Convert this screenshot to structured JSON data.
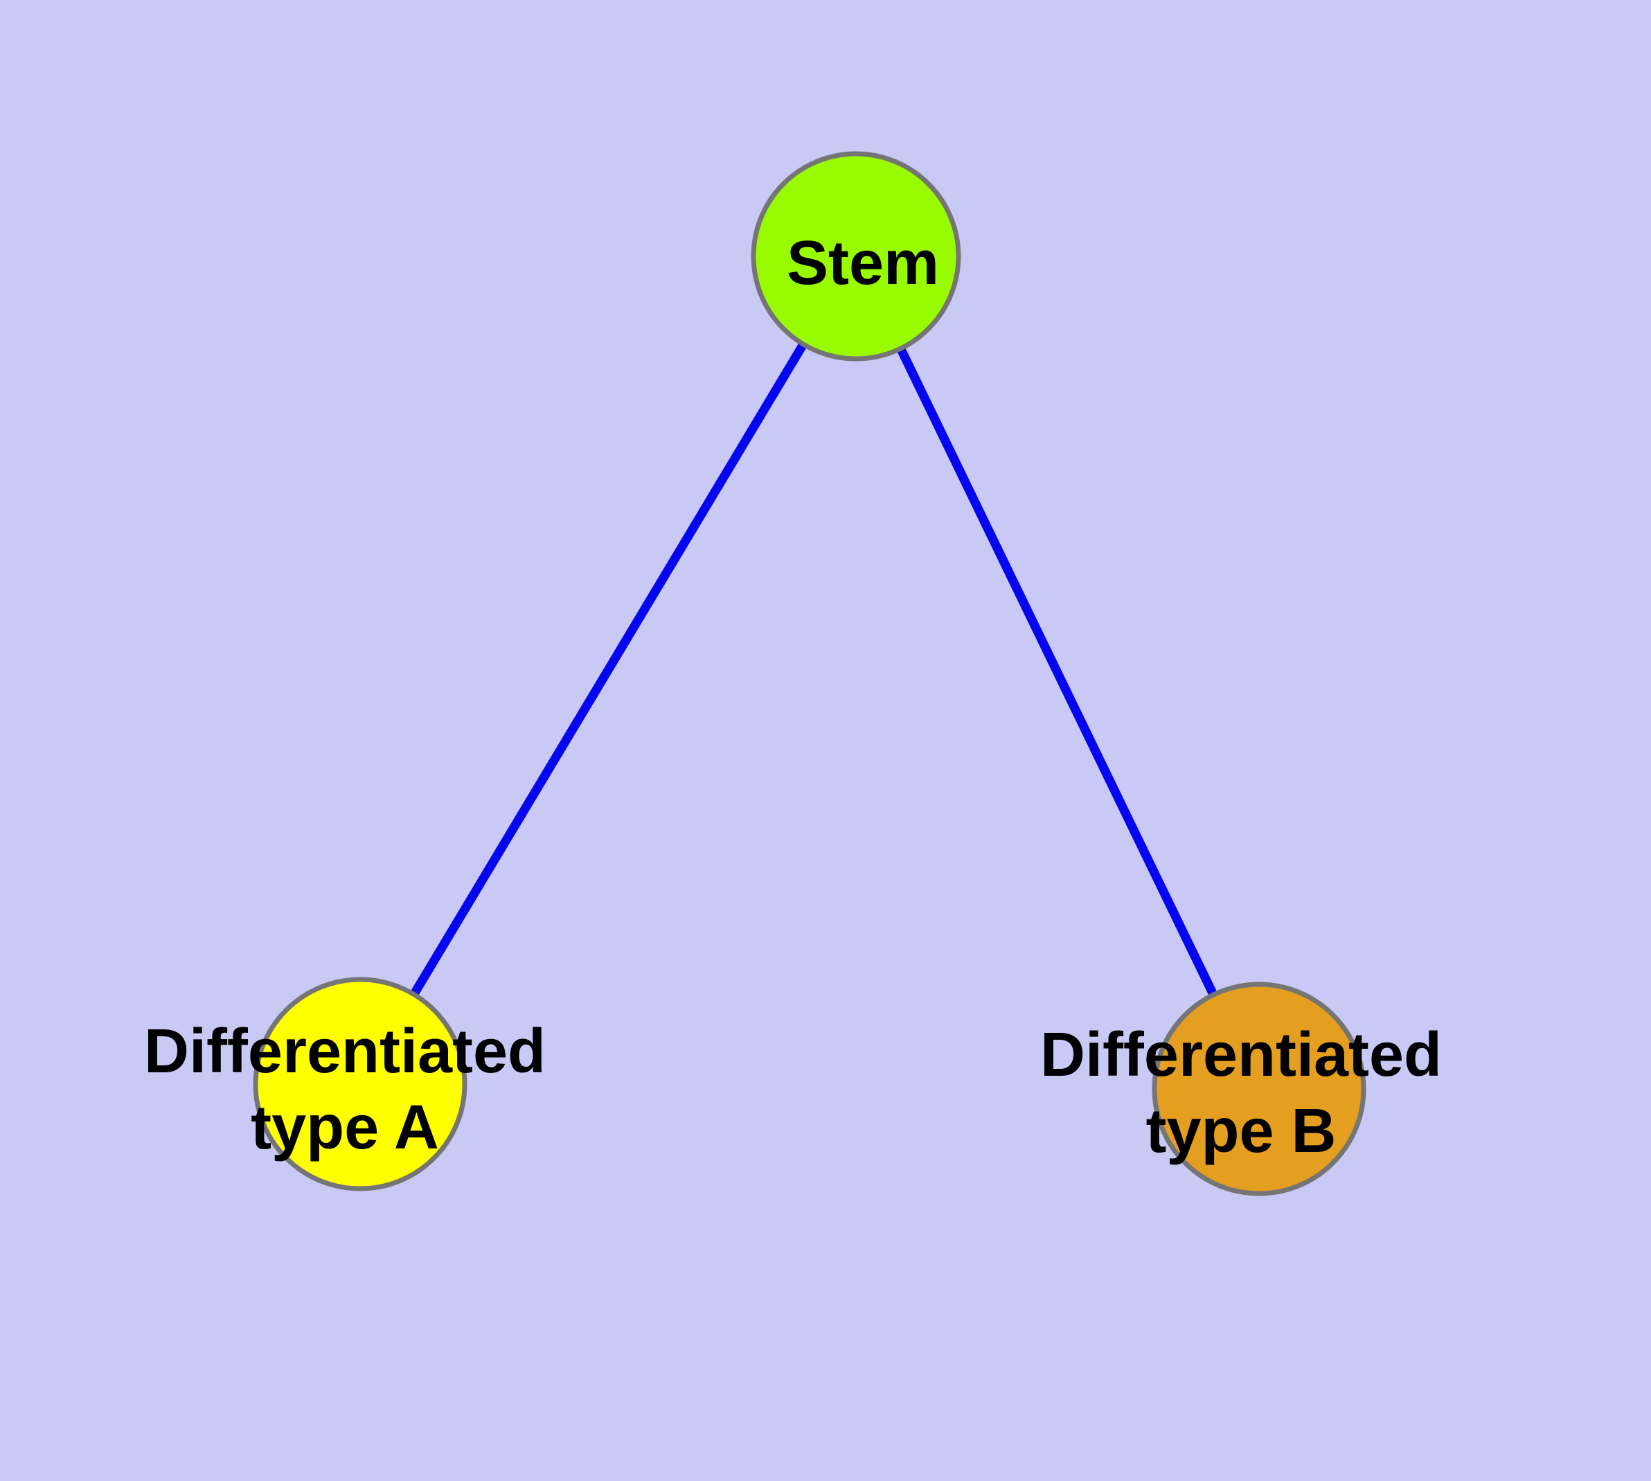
{
  "colors": {
    "background": "#C9C9F6",
    "edge": "#0505F0",
    "node_border": "#757575",
    "label_text": "#000000"
  },
  "nodes": {
    "stem": {
      "label": "Stem",
      "fill": "#98FB00"
    },
    "type_a": {
      "label_line1": "Differentiated",
      "label_line2": "type A",
      "fill": "#FFFF00"
    },
    "type_b": {
      "label_line1": "Differentiated",
      "label_line2": "type B",
      "fill": "#E49E20"
    }
  },
  "edges": [
    {
      "source": "Stem",
      "target": "Differentiated type A"
    },
    {
      "source": "Stem",
      "target": "Differentiated type B"
    }
  ]
}
